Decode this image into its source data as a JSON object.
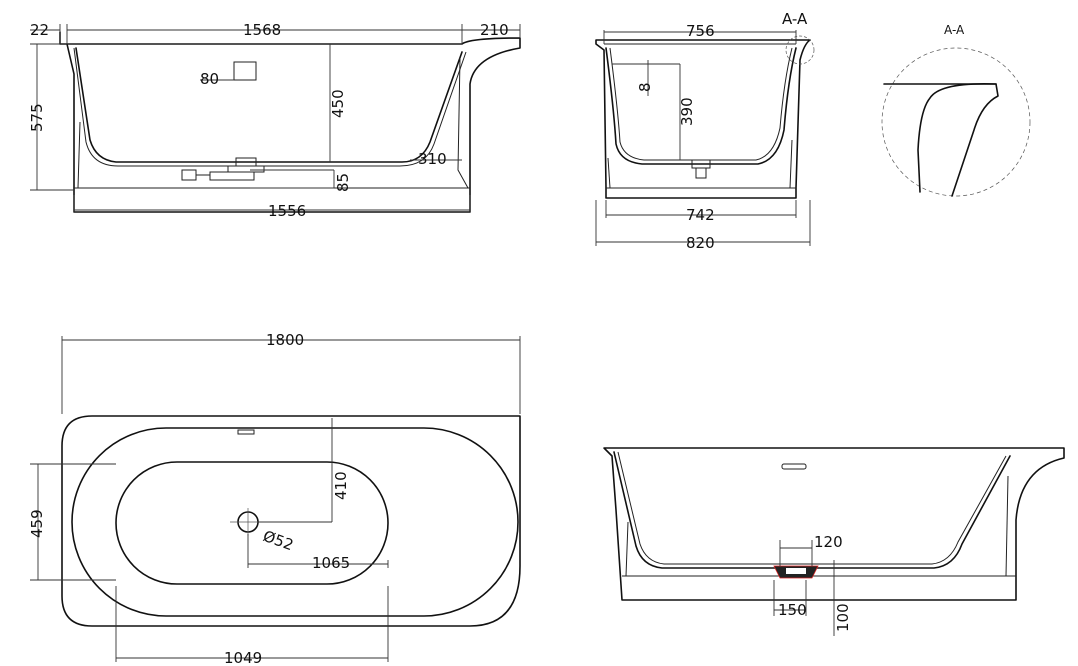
{
  "front_view": {
    "dim_lip": "22",
    "dim_inner_length": "1568",
    "dim_deck": "210",
    "dim_height": "575",
    "dim_overflow": "80",
    "dim_depth": "450",
    "dim_recess": "310",
    "dim_drain_height": "85",
    "dim_base_length": "1556"
  },
  "side_view": {
    "dim_inner_width": "756",
    "section_label": "A-A",
    "dim_wall": "8",
    "dim_water_depth": "390",
    "dim_base_width": "742",
    "dim_total_width": "820"
  },
  "detail": {
    "title": "A-A"
  },
  "top_view": {
    "dim_total_length": "1800",
    "dim_width": "459",
    "dim_drain_offset_y": "410",
    "dim_drain_diameter": "Ø52",
    "dim_drain_offset_x": "1065",
    "dim_basin_length": "1049"
  },
  "back_view": {
    "dim_drain_top": "120",
    "dim_drain_bottom": "150",
    "dim_base_height": "100"
  }
}
